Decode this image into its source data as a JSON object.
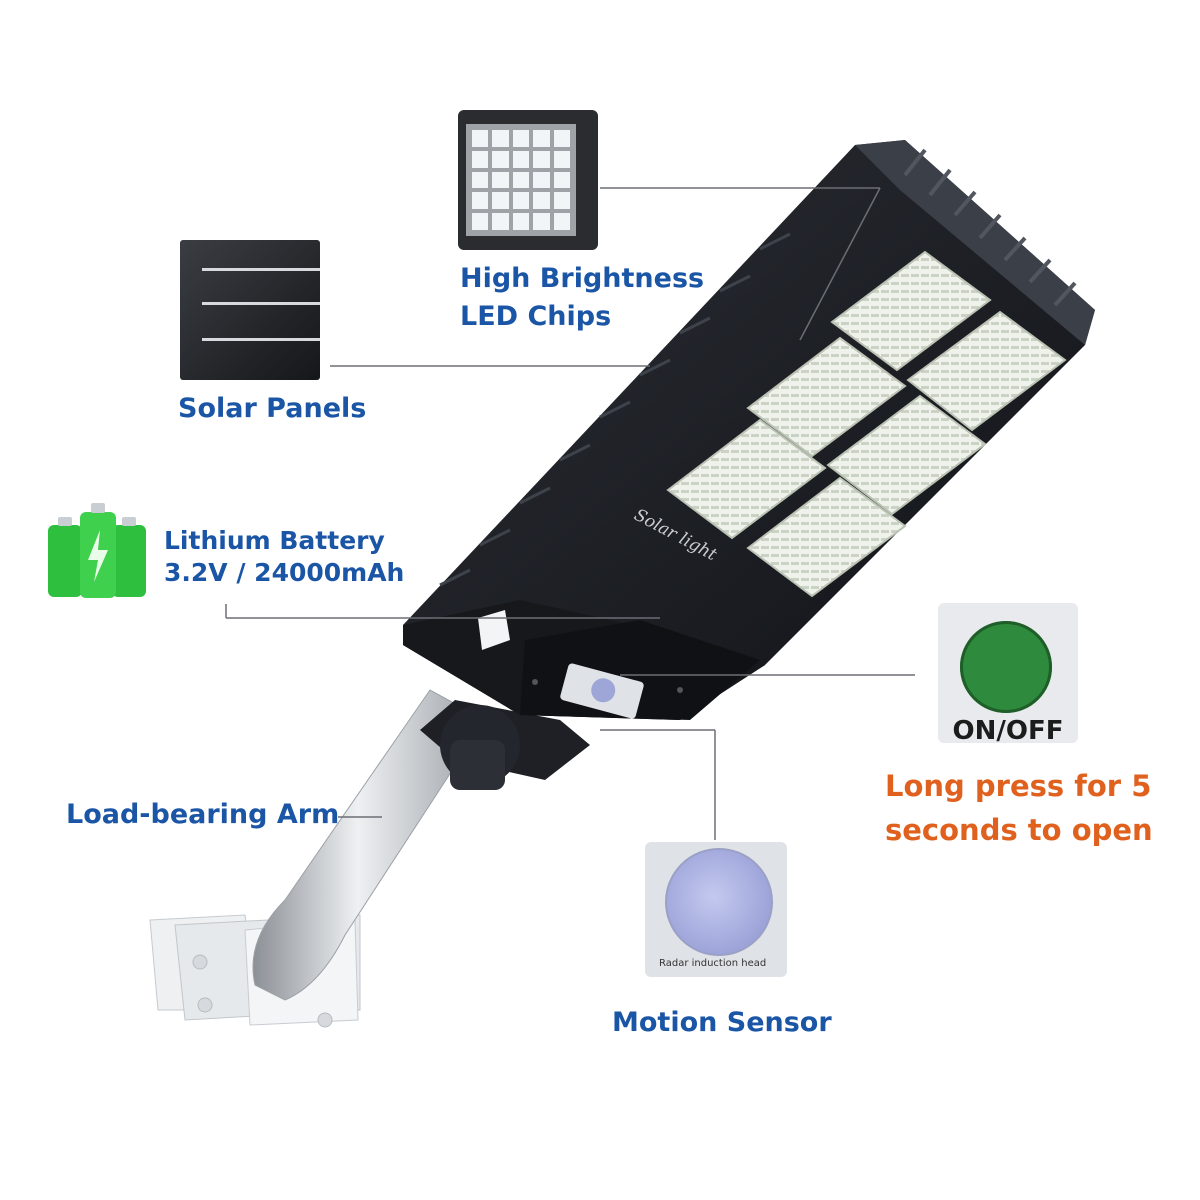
{
  "colors": {
    "label_blue": "#1a55a6",
    "label_orange": "#e0601e",
    "housing": "#1b1d22",
    "led_panel": "#e9efe4",
    "button_green": "#2e8a3c"
  },
  "callouts": {
    "led_chips": {
      "line1": "High Brightness",
      "line2": "LED Chips"
    },
    "solar_panels": {
      "text": "Solar Panels"
    },
    "battery": {
      "line1": "Lithium Battery",
      "line2": "3.2V / 24000mAh"
    },
    "arm": {
      "text": "Load-bearing Arm"
    },
    "power_button": {
      "button_text": "ON/OFF",
      "line1": "Long press for 5",
      "line2": "seconds to open"
    },
    "motion_sensor": {
      "text": "Motion Sensor",
      "caption": "Radar induction head"
    }
  },
  "product": {
    "housing_text": "Solar light"
  },
  "icons": [
    "led-chip-icon",
    "solar-panel-icon",
    "battery-icon",
    "power-button-icon",
    "radar-sensor-icon"
  ]
}
